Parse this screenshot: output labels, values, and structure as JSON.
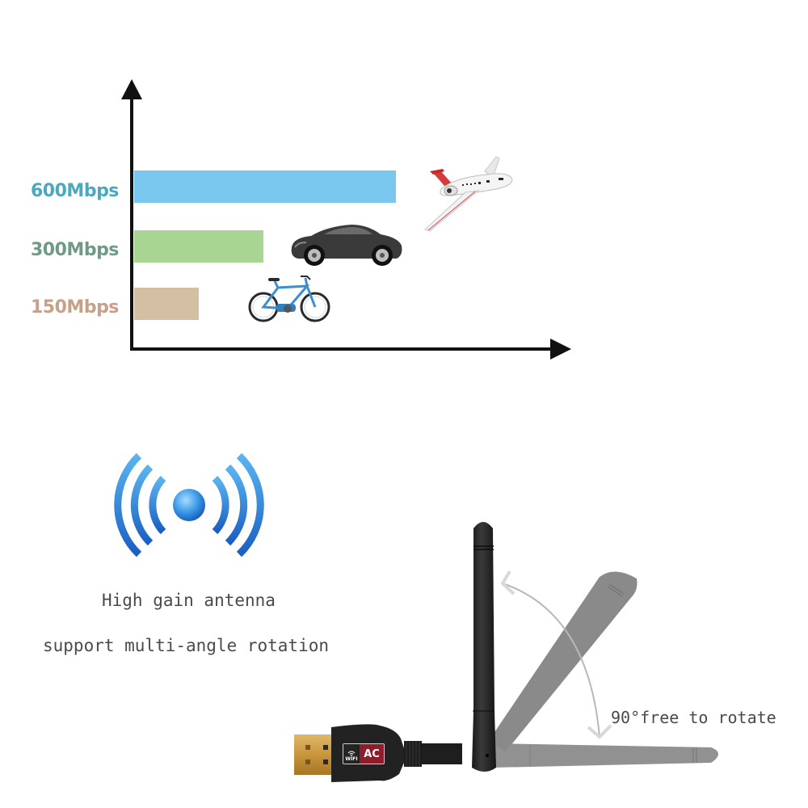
{
  "chart_data": {
    "type": "bar",
    "orientation": "horizontal",
    "title": "",
    "xlabel": "",
    "ylabel": "",
    "categories": [
      "600Mbps",
      "300Mbps",
      "150Mbps"
    ],
    "values": [
      600,
      300,
      150
    ],
    "unit": "Mbps",
    "grid": false,
    "legend": false,
    "bar_colors": [
      "#79c7ef",
      "#a9d593",
      "#d3c0a3"
    ],
    "label_colors": [
      "#4aa9be",
      "#6e9a86",
      "#c6a088"
    ],
    "annotations": [
      {
        "bar": "600Mbps",
        "icon": "airplane-icon"
      },
      {
        "bar": "300Mbps",
        "icon": "sports-car-icon"
      },
      {
        "bar": "150Mbps",
        "icon": "bicycle-icon"
      }
    ]
  },
  "chart": {
    "labels": {
      "l600": "600Mbps",
      "l300": "300Mbps",
      "l150": "150Mbps"
    }
  },
  "feature": {
    "line1": "High gain antenna",
    "line2": "support multi-angle rotation",
    "rotate_label": "90°free to rotate"
  },
  "device": {
    "badge_wifi": "WIFI",
    "badge_ac": "AC"
  }
}
